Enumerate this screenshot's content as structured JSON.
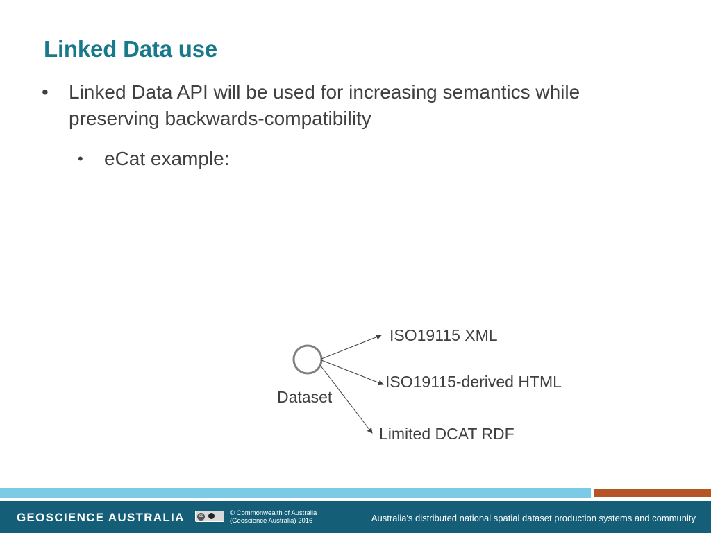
{
  "slide": {
    "title": "Linked Data use",
    "bullets": [
      {
        "marker": "•",
        "text": "Linked Data API will be used for increasing semantics while preserving backwards-compatibility",
        "sub": [
          {
            "marker": "•",
            "text": "eCat example:"
          }
        ]
      }
    ]
  },
  "diagram": {
    "node_label": "Dataset",
    "targets": [
      "ISO19115 XML",
      "ISO19115-derived HTML",
      "Limited DCAT RDF"
    ],
    "colors": {
      "stroke": "#404040",
      "node": "#808080"
    }
  },
  "footer": {
    "brand": "GEOSCIENCE AUSTRALIA",
    "license_icon": "creative-commons-by-icon",
    "copyright_line1": "© Commonwealth of Australia",
    "copyright_line2": "(Geoscience Australia) 2016",
    "tagline": "Australia's distributed national spatial dataset production systems and community",
    "colors": {
      "band_blue": "#7ccbe6",
      "band_orange": "#b55424",
      "bar": "#155e78",
      "title": "#17798a"
    }
  }
}
